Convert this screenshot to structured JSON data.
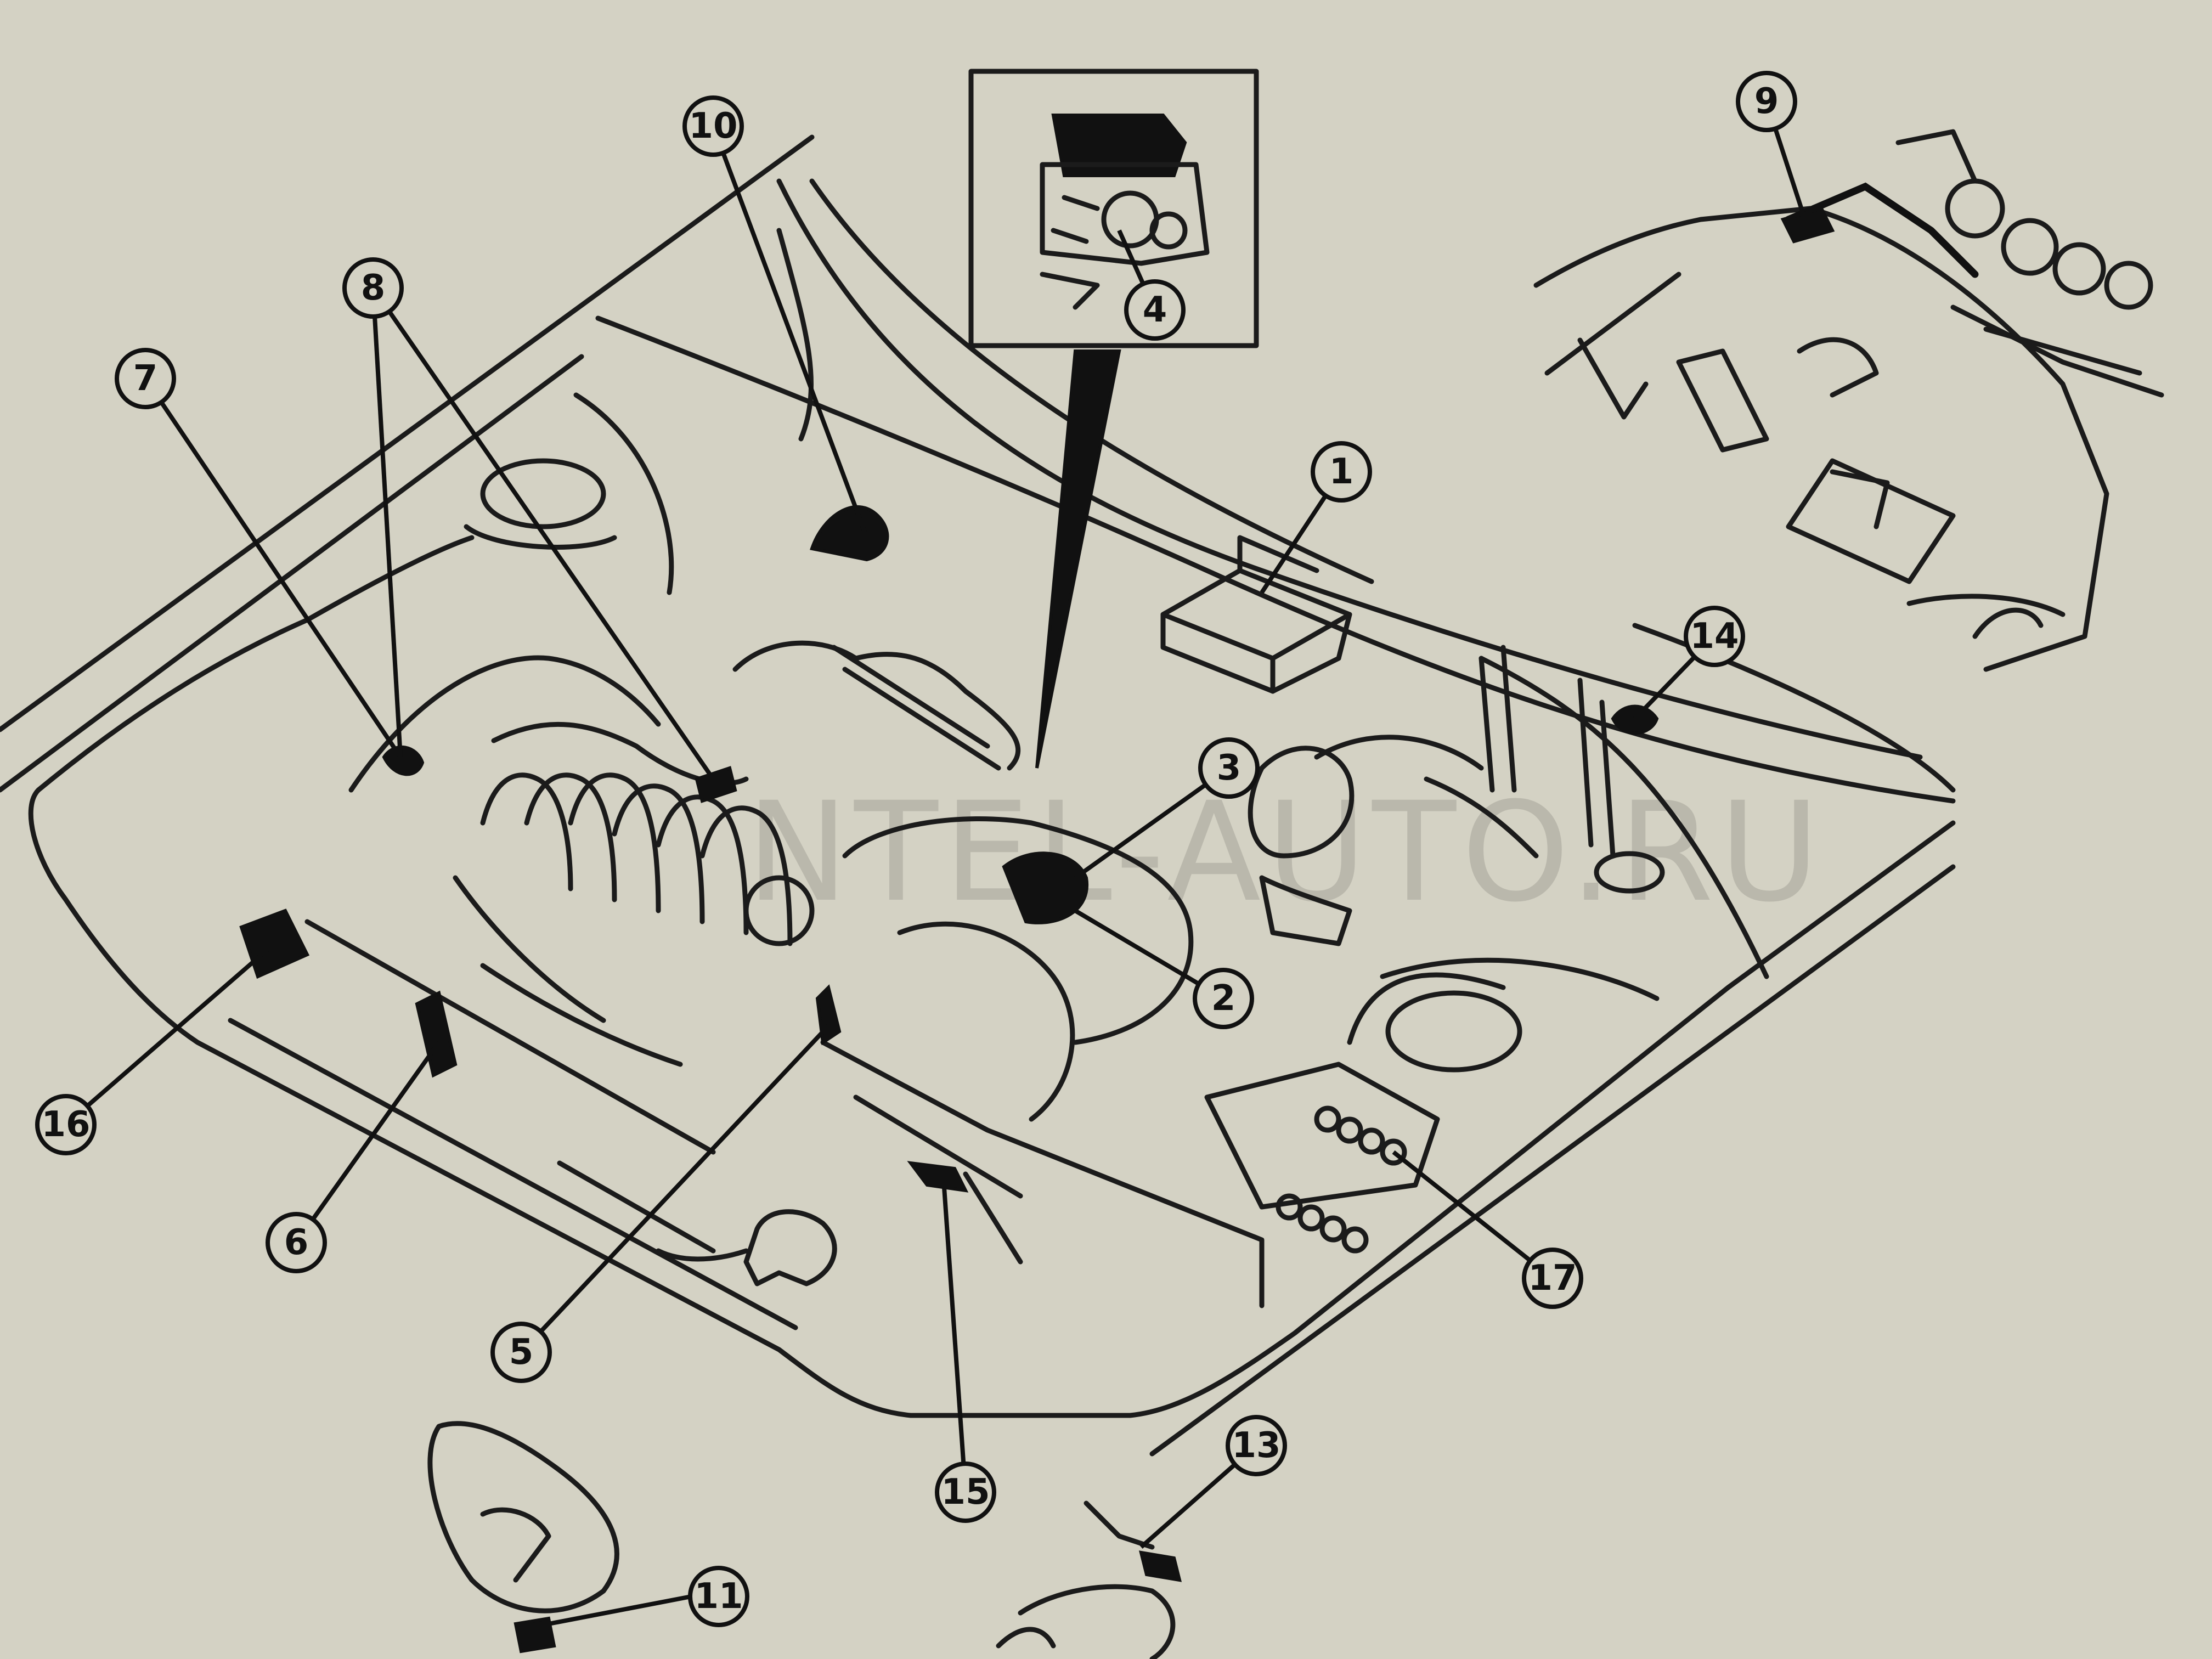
{
  "watermark": "NTEL-AUTO.RU",
  "callouts": [
    {
      "id": "1",
      "label": "1"
    },
    {
      "id": "2",
      "label": "2"
    },
    {
      "id": "3",
      "label": "3"
    },
    {
      "id": "4",
      "label": "4"
    },
    {
      "id": "5",
      "label": "5"
    },
    {
      "id": "6",
      "label": "6"
    },
    {
      "id": "7",
      "label": "7"
    },
    {
      "id": "8",
      "label": "8"
    },
    {
      "id": "9",
      "label": "9"
    },
    {
      "id": "10",
      "label": "10"
    },
    {
      "id": "11",
      "label": "11"
    },
    {
      "id": "13",
      "label": "13"
    },
    {
      "id": "14",
      "label": "14"
    },
    {
      "id": "15",
      "label": "15"
    },
    {
      "id": "16",
      "label": "16"
    },
    {
      "id": "17",
      "label": "17"
    }
  ]
}
